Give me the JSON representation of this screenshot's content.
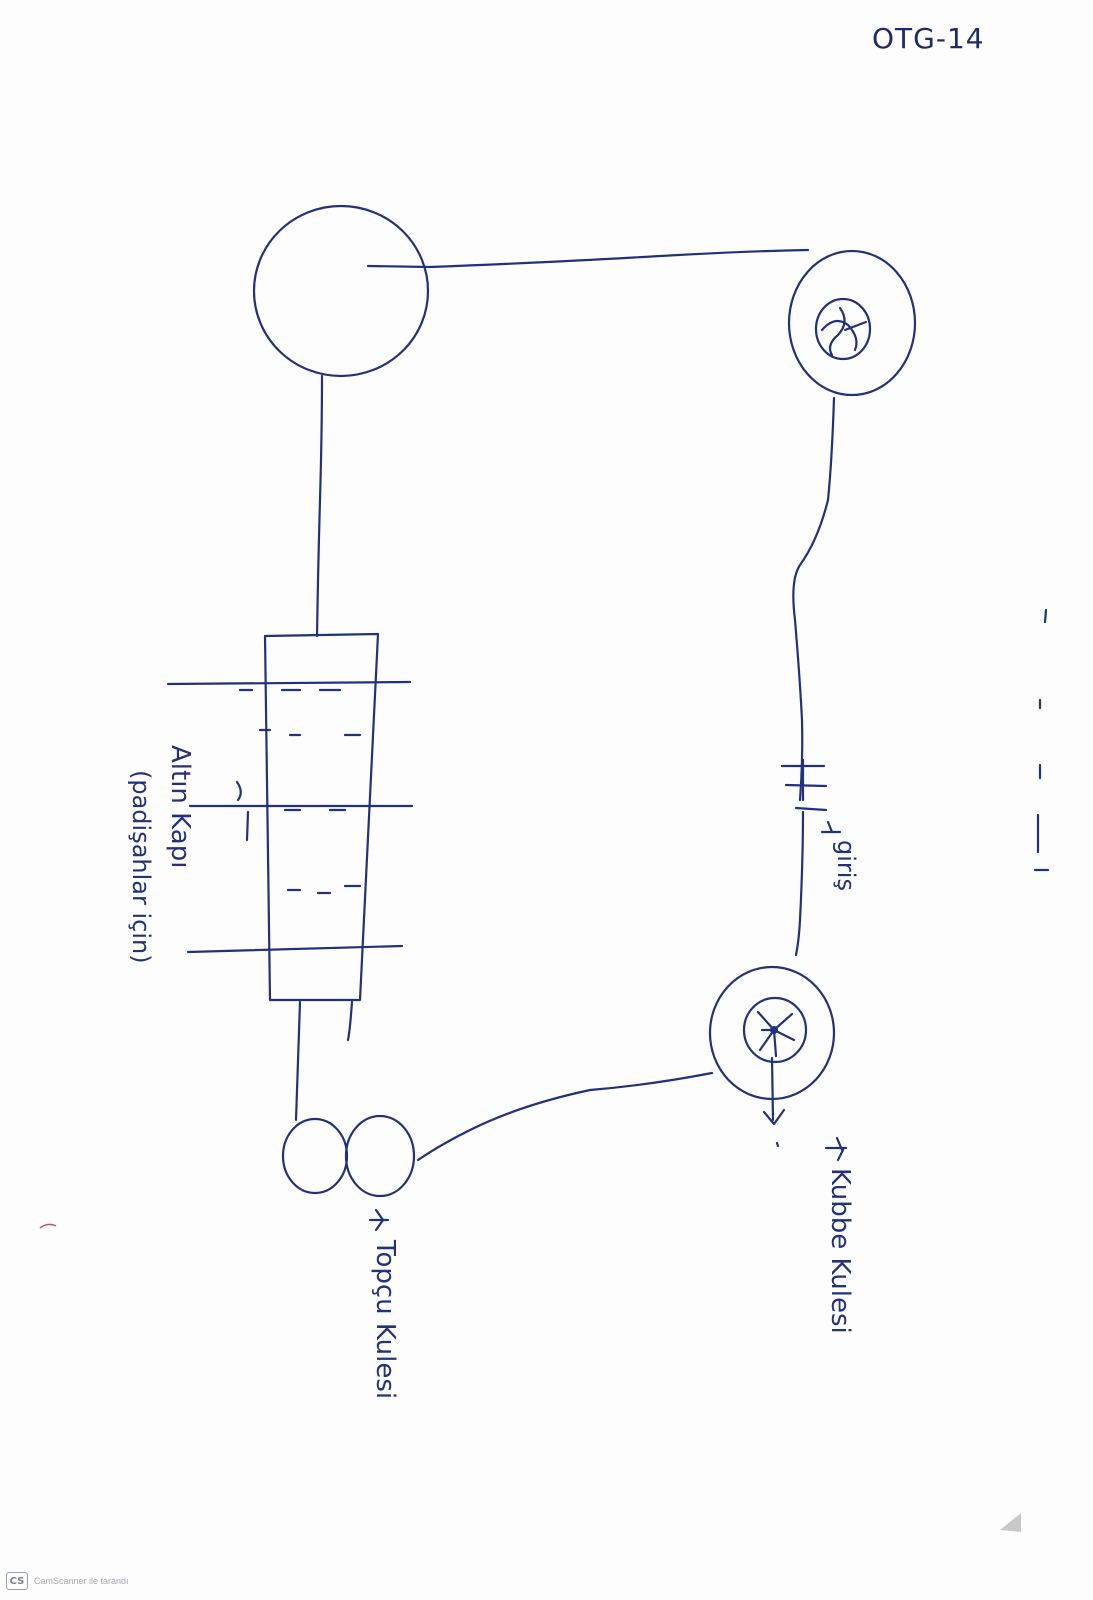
{
  "page": {
    "code": "OTG-14"
  },
  "labels": {
    "altin_kapi": "Altın Kapı",
    "altin_kapi_note": "(padişahlar için)",
    "giris": "giriş",
    "kubbe_kulesi": "Kubbe Kulesi",
    "topcu_kulesi": "Topçu Kulesi"
  },
  "footer": {
    "logo": "CS",
    "scanner_text": "CamScanner ile tarandı"
  },
  "colors": {
    "ink": "#23307a",
    "paper": "#fdfdfd"
  }
}
